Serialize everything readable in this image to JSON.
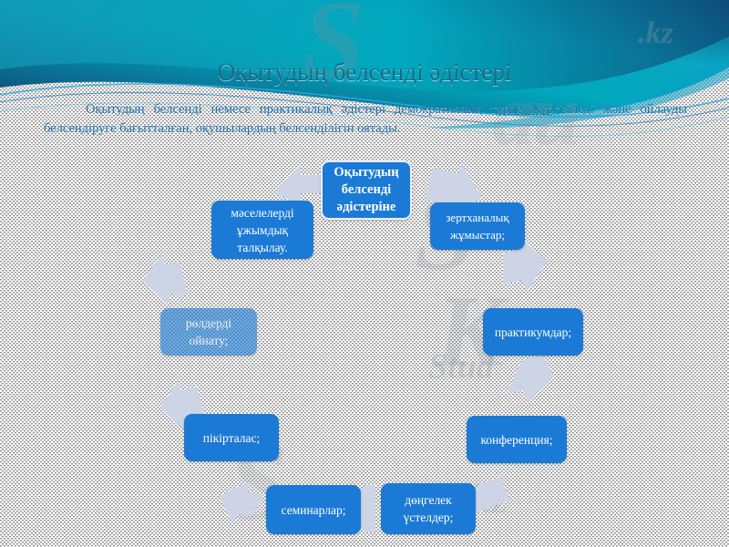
{
  "slide": {
    "title": "Оқытудың белсенді әдістері",
    "paragraph": "Оқытудың белсенді немесе практикалық әдістері демократиялық түрде жүргізіледі және ойлауды белсендіруге бағытталған, оқушылардың белсенділігін оятады.",
    "title_color": "#156b87",
    "paragraph_color": "#1d6fa8",
    "banner_color_left": "#00a9b8",
    "banner_color_right": "#12456f",
    "node_color": "#1b7ad6",
    "arrow_color": "#ccd4e6"
  },
  "watermarks": {
    "a": "S",
    "kz": ".kz",
    "b": "au",
    "c": "S",
    "d": "K",
    "e": "Stud",
    "f": "S",
    "g": ".kz"
  },
  "diagram": {
    "type": "cycle",
    "center": {
      "label": "Оқытудың белсенді әдістеріне"
    },
    "nodes": [
      {
        "id": "laboratory",
        "label": "зертханалық жұмыстар;"
      },
      {
        "id": "practicum",
        "label": "практикумдар;"
      },
      {
        "id": "conference",
        "label": "конференция;"
      },
      {
        "id": "round-table",
        "label": "дөңгелек үстелдер;"
      },
      {
        "id": "seminar",
        "label": "семинарлар;"
      },
      {
        "id": "debate",
        "label": "пікірталас;"
      },
      {
        "id": "role-play",
        "label": "рөлдерді ойнату;"
      },
      {
        "id": "discussion",
        "label": "мәселелерді ұжымдық талқылау."
      }
    ]
  }
}
